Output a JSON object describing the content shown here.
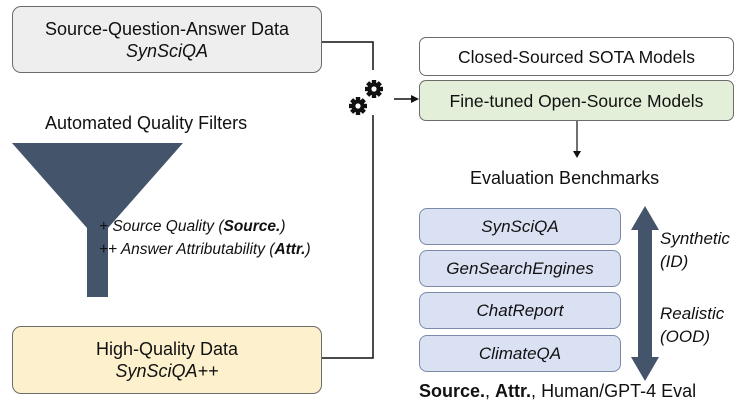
{
  "source_box": {
    "title": "Source-Question-Answer Data",
    "dataset": "SynSciQA"
  },
  "filter": {
    "label": "Automated Quality Filters",
    "criterion_1_prefix": "+ Source Quality (",
    "criterion_1_abbrev": "Source.",
    "criterion_1_suffix": ")",
    "criterion_2_prefix": "++ Answer Attributability (",
    "criterion_2_abbrev": "Attr.",
    "criterion_2_suffix": ")"
  },
  "hq_box": {
    "title": "High-Quality Data",
    "dataset": "SynSciQA++"
  },
  "models": {
    "closed": "Closed-Sourced SOTA Models",
    "finetuned": "Fine-tuned Open-Source Models"
  },
  "evaluation": {
    "title": "Evaluation Benchmarks",
    "benchmarks": [
      "SynSciQA",
      "GenSearchEngines",
      "ChatReport",
      "ClimateQA"
    ],
    "synthetic_label_1": "Synthetic",
    "synthetic_label_2": "(ID)",
    "realistic_label_1": "Realistic",
    "realistic_label_2": "(OOD)",
    "metric_1": "Source.",
    "sep_1": ", ",
    "metric_2": "Attr.",
    "sep_2": ", ",
    "metric_3": "Human/GPT-4 Eval"
  },
  "colors": {
    "funnel": "#44546a",
    "gear": "#111111",
    "connector": "#111111",
    "benchmark_fill": "#d9e1f3",
    "finetuned_fill": "#e3efd9",
    "hq_fill": "#fdf1cd",
    "source_fill": "#eeeeee"
  },
  "icons": [
    "gear-icon",
    "funnel-icon",
    "double-arrow-icon"
  ]
}
